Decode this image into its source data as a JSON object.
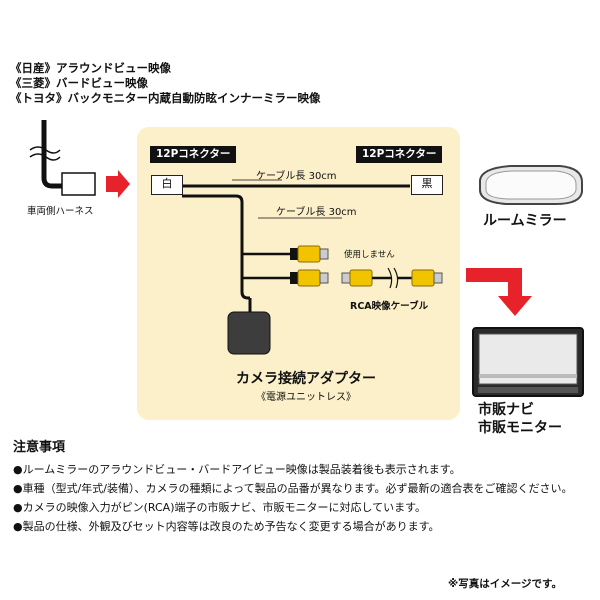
{
  "header": {
    "lines": [
      "《日産》アラウンドビュー映像",
      "《三菱》バードビュー映像",
      "《トヨタ》バックモニター内蔵自動防眩インナーミラー映像"
    ]
  },
  "diagram": {
    "harness_label": "車両側ハーネス",
    "connector_left_tag": "12Pコネクター",
    "connector_right_tag": "12Pコネクター",
    "connector_left_color": "白",
    "connector_right_color": "黒",
    "cable_length_top": "ケーブル長 30cm",
    "cable_length_mid": "ケーブル長 30cm",
    "unused_label": "使用しません",
    "rca_label": "RCA映像ケーブル",
    "adapter_title": "カメラ接続アダプター",
    "adapter_subtitle": "《電源ユニットレス》",
    "mirror_label": "ルームミラー",
    "navi_label_1": "市販ナビ",
    "navi_label_2": "市販モニター"
  },
  "notes": {
    "title": "注意事項",
    "items": [
      "●ルームミラーのアラウンドビュー・バードアイビュー映像は製品装着後も表示されます。",
      "●車種（型式/年式/装備）、カメラの種類によって製品の品番が異なります。必ず最新の適合表をご確認ください。",
      "●カメラの映像入力がピン(RCA)端子の市販ナビ、市販モニターに対応しています。",
      "●製品の仕様、外観及びセット内容等は改良のため予告なく変更する場合があります。"
    ]
  },
  "footer": "※写真はイメージです。",
  "colors": {
    "accent_red": "#e8222a",
    "panel": "#fbf0c9",
    "rca_yellow": "#f2c400"
  }
}
